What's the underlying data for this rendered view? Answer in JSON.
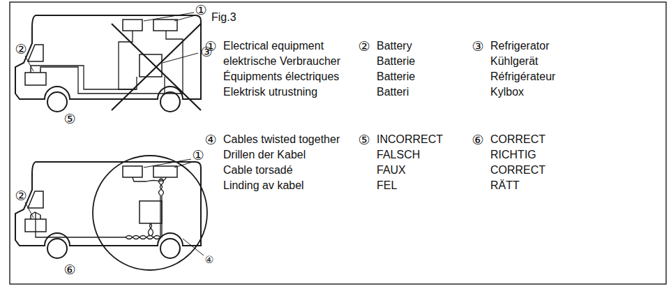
{
  "diagram": {
    "title": "Fig.3",
    "labels": [
      "①",
      "Electrical equipment",
      "elektrische Verbraucher",
      "Équipments électriques",
      "Elektrisk utrustning",
      "②",
      "Battery",
      "Batterie",
      "Batterie",
      "Batteri",
      "③",
      "Refrigerator",
      "Kühlgerät",
      "Réfrigérateur",
      "Kylbox",
      "④",
      "Cables twisted together",
      "Drillen der Kabel",
      "Cable torsadé",
      "Linding av kabel",
      "⑤",
      "INCORRECT",
      "FALSCH",
      "FAUX",
      "FEL",
      "⑥",
      "CORRECT",
      "RICHTIG",
      "CORRECT",
      "RÄTT",
      "①",
      "②",
      "③",
      "⑤",
      "①",
      "②",
      "④",
      "⑥"
    ]
  }
}
